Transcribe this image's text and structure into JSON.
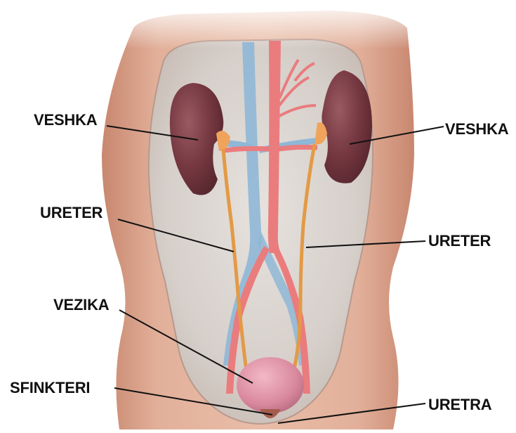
{
  "labels": {
    "kidney_left": "VESHKA",
    "kidney_right": "VESHKA",
    "ureter_left": "URETER",
    "ureter_right": "URETER",
    "bladder": "VEZIKA",
    "sphincter": "SFINKTERI",
    "urethra": "URETRA"
  },
  "colors": {
    "skin": "#d9a48c",
    "skin_shadow": "#c08470",
    "cavity": "#d8d2cd",
    "kidney": "#7a3d45",
    "artery": "#e8787a",
    "vein": "#8fb7d6",
    "ureter": "#e39a45",
    "bladder": "#d98aa0",
    "leader": "#111111"
  }
}
